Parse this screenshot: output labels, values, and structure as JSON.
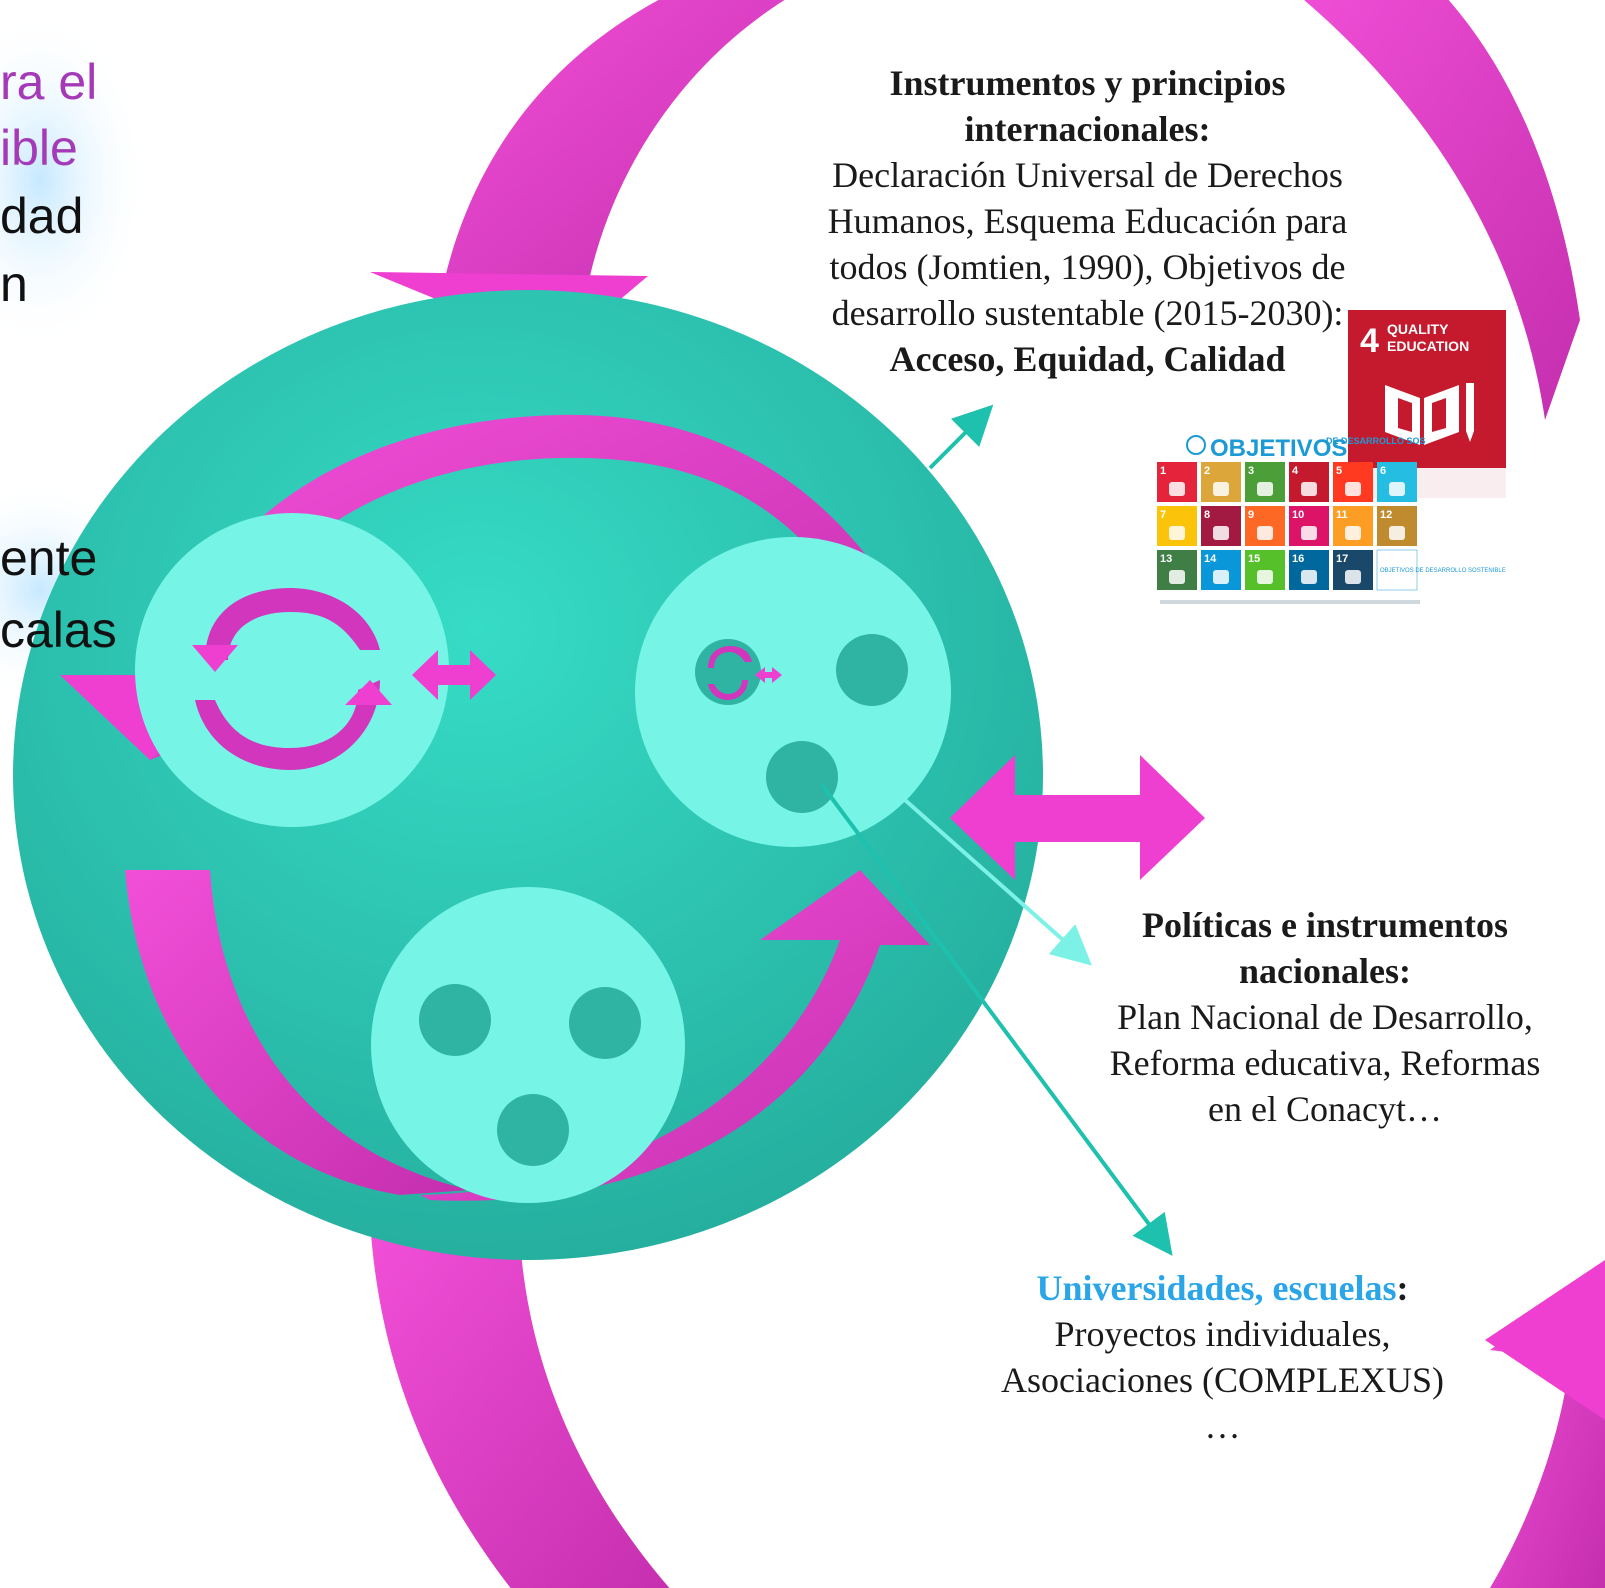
{
  "left_fragments": {
    "line1": "ra el",
    "line2": "ible",
    "line3": "dad",
    "line4": "n",
    "line5": "ente",
    "line6": "calas"
  },
  "international": {
    "heading_line1": "Instrumentos y principios",
    "heading_line2": "internacionales:",
    "body_line1": "Declaración Universal de Derechos",
    "body_line2": "Humanos, Esquema Educación para",
    "body_line3": "todos (Jomtien, 1990), Objetivos de",
    "body_line4": "desarrollo sustentable (2015-2030):",
    "emphasis": "Acceso, Equidad, Calidad"
  },
  "sdg4_badge": {
    "number": "4",
    "title_line1": "QUALITY",
    "title_line2": "EDUCATION",
    "color": "#C5192D"
  },
  "sdg_poster": {
    "title": "OBJETIVOS",
    "title_suffix": "DE DESARROLLO SOS",
    "tile_numbers": [
      "1",
      "2",
      "3",
      "4",
      "5",
      "6",
      "7",
      "8",
      "9",
      "10",
      "11",
      "12",
      "13",
      "14",
      "15",
      "16",
      "17",
      ""
    ],
    "tile_colors": [
      "#E5243B",
      "#DDA63A",
      "#4C9F38",
      "#C5192D",
      "#FF3A21",
      "#26BDE2",
      "#FCC30B",
      "#A21942",
      "#FD6925",
      "#DD1367",
      "#FD9D24",
      "#BF8B2E",
      "#3F7E44",
      "#0A97D9",
      "#56C02B",
      "#00689D",
      "#19486A",
      "#FFFFFF"
    ],
    "footer_label": "OBJETIVOS DE DESARROLLO SOSTENIBLE"
  },
  "national": {
    "heading_line1": "Políticas e instrumentos",
    "heading_line2": "nacionales:",
    "body_line1": "Plan Nacional de Desarrollo,",
    "body_line2": "Reforma educativa, Reformas",
    "body_line3": "en el Conacyt…"
  },
  "universities": {
    "heading": "Universidades, escuelas",
    "colon": ":",
    "body_line1": "Proyectos individuales,",
    "body_line2": "Asociaciones (COMPLEXUS)",
    "ellipsis": "…",
    "heading_color": "#2AA5E8"
  },
  "colors": {
    "magenta": "#EE3FD1",
    "magenta_dark": "#C72FB0",
    "teal": "#2FC9B5",
    "teal_light": "#76F5E6",
    "teal_dark": "#25A99A",
    "purple_text": "#A43AB8"
  }
}
